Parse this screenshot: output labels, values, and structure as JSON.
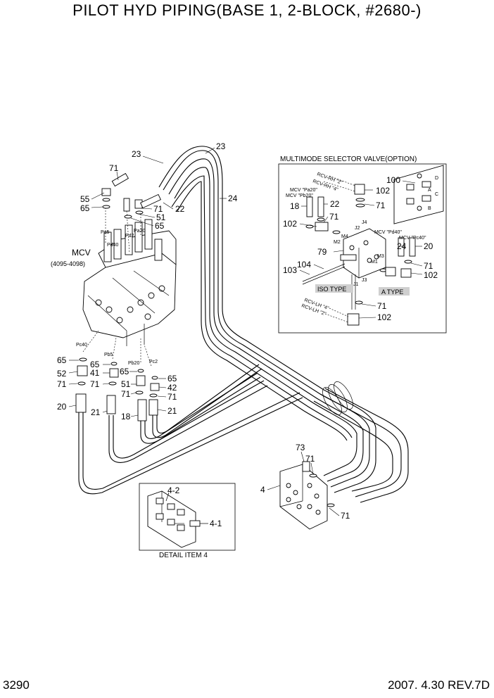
{
  "title": "PILOT HYD PIPING(BASE 1, 2-BLOCK, #2680-)",
  "page_number": "3290",
  "revision": "2007. 4.30  REV.7D",
  "mcv": {
    "label": "MCV",
    "range": "(4095-4098)"
  },
  "port_labels": {
    "pa5": "Pa5",
    "pd2": "Pd2",
    "pa20": "Pa20",
    "pd40": "Pd40",
    "pc40": "Pc40",
    "pb5": "Pb5",
    "pb20": "Pb20",
    "pc2": "Pc2"
  },
  "callouts": {
    "c23a": "23",
    "c23b": "23",
    "c71a": "71",
    "c24": "24",
    "c55": "55",
    "c65a": "65",
    "c22": "22",
    "c71b": "71",
    "c51a": "51",
    "c65b": "65",
    "c65c": "65",
    "c52": "52",
    "c71c": "71",
    "c20": "20",
    "c65d": "65",
    "c41": "41",
    "c71d": "71",
    "c21a": "21",
    "c65e": "65",
    "c51b": "51",
    "c71e": "71",
    "c18": "18",
    "c65f": "65",
    "c42": "42",
    "c71f": "71",
    "c21b": "21",
    "c73": "73",
    "c71g": "71",
    "c4": "4",
    "c71h": "71"
  },
  "detail": {
    "caption": "DETAIL ITEM 4",
    "c42": "4-2",
    "c41": "4-1"
  },
  "multimode": {
    "header": "MULTIMODE SELECTOR VALVE(OPTION)",
    "rcv_rh2": "RCV-RH \"2\"",
    "rcv_rh4": "RCV-RH \"4\"",
    "mcv_pa20": "MCV \"Pa20\"",
    "mcv_pb20": "MCV \"Pb20\"",
    "mcv_pd40": "MCV \"Pd40\"",
    "mcv_pc40": "MCV \"Pc40\"",
    "rcv_lh4": "RCV-LH \"4\"",
    "rcv_lh2": "RCV-LH \"2\"",
    "iso_type": "ISO TYPE",
    "a_type": "A TYPE",
    "ports": {
      "m4": "M4",
      "m2": "M2",
      "m1": "M1",
      "m3": "M3",
      "j1": "J1",
      "j2": "J2",
      "j3": "J3",
      "j4": "J4",
      "a": "A",
      "b": "B",
      "c": "C",
      "d": "D"
    },
    "callouts": {
      "c100": "100",
      "c102a": "102",
      "c18": "18",
      "c22": "22",
      "c71a": "71",
      "c102b": "102",
      "c71b": "71",
      "c79": "79",
      "c104": "104",
      "c103": "103",
      "c24": "24",
      "c20": "20",
      "c71c": "71",
      "c102c": "102",
      "c71d": "71",
      "c102d": "102"
    }
  }
}
